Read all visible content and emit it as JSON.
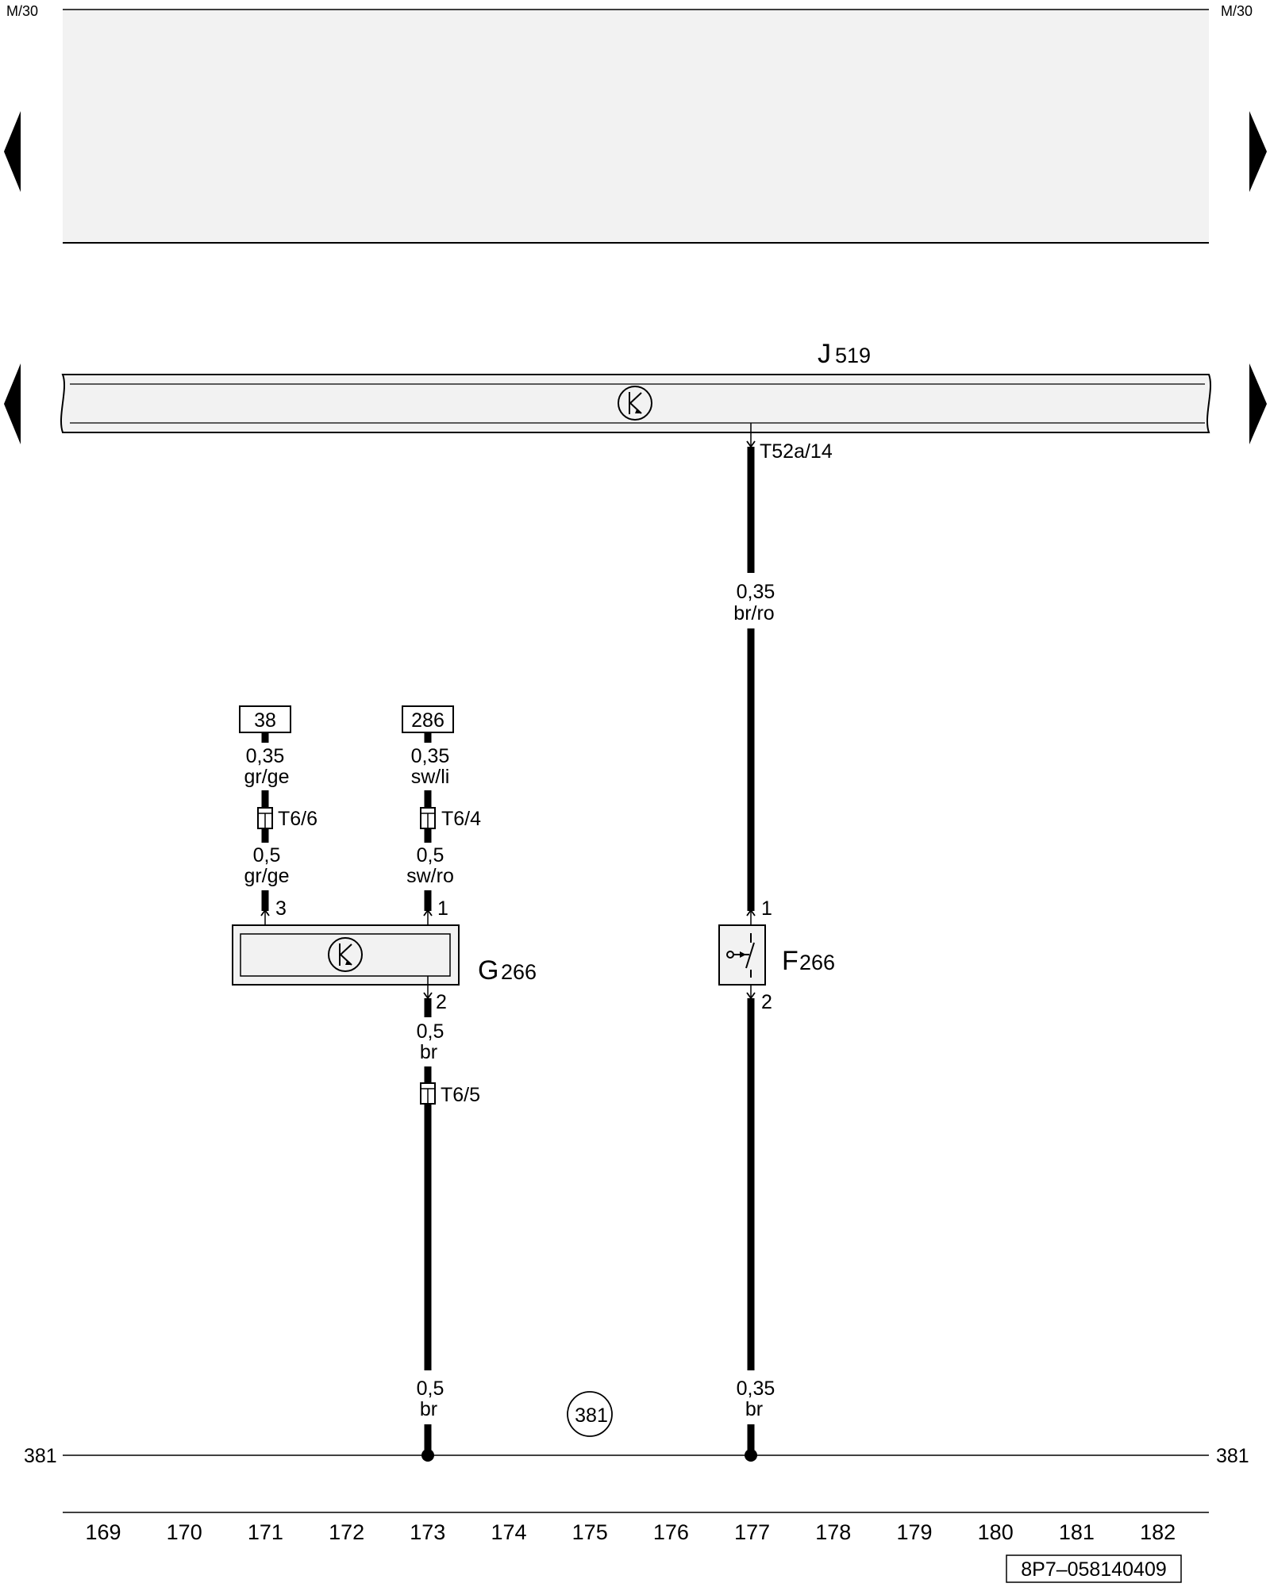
{
  "page_labels": {
    "left": "M/30",
    "right": "M/30"
  },
  "module_j519": {
    "prefix": "J",
    "number": "519",
    "connector": "T52a/14"
  },
  "wires": {
    "j519_to_f266": {
      "size": "0,35",
      "color": "br/ro"
    },
    "ref38_top": {
      "size": "0,35",
      "color": "gr/ge"
    },
    "ref38_bottom": {
      "size": "0,5",
      "color": "gr/ge"
    },
    "ref286_top": {
      "size": "0,35",
      "color": "sw/li"
    },
    "ref286_bottom": {
      "size": "0,5",
      "color": "sw/ro"
    },
    "g266_out_top": {
      "size": "0,5",
      "color": "br"
    },
    "g266_out_bottom": {
      "size": "0,5",
      "color": "br"
    },
    "f266_out_bottom": {
      "size": "0,35",
      "color": "br"
    }
  },
  "references": {
    "left": "38",
    "right": "286"
  },
  "connectors": {
    "c1": "T6/6",
    "c2": "T6/4",
    "c3": "T6/5"
  },
  "component_g266": {
    "prefix": "G",
    "number": "266",
    "pin_left": "3",
    "pin_right": "1",
    "pin_out": "2"
  },
  "component_f266": {
    "prefix": "F",
    "number": "266",
    "pin_in": "1",
    "pin_out": "2"
  },
  "ground": {
    "left_label": "381",
    "right_label": "381",
    "point_label": "381"
  },
  "columns": [
    "169",
    "170",
    "171",
    "172",
    "173",
    "174",
    "175",
    "176",
    "177",
    "178",
    "179",
    "180",
    "181",
    "182"
  ],
  "doc_number": "8P7–058140409"
}
